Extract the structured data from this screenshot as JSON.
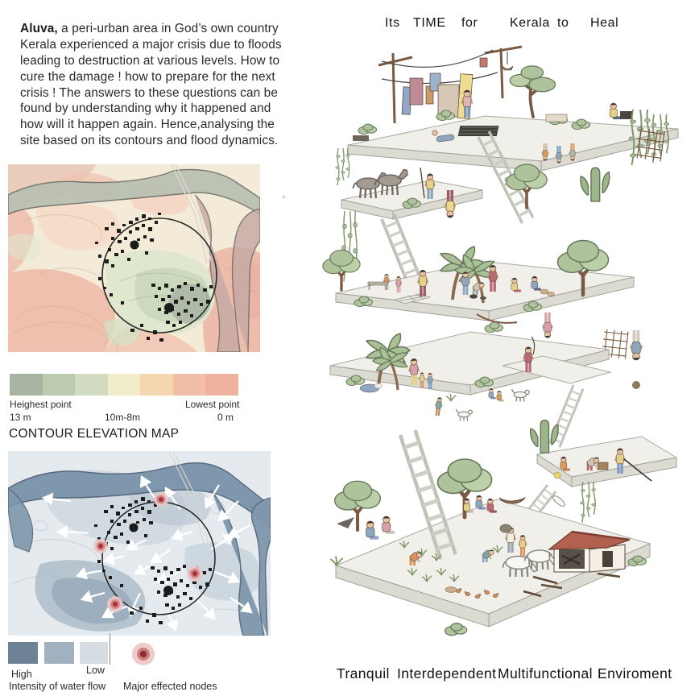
{
  "intro": {
    "lead": "Aluva,",
    "body": " a peri-urban area in God’s own country Kerala experienced a major crisis due to floods leading to destruction at various levels. How to cure the damage ! how to prepare for the next crisis ! The answers to these questions can be found by understanding why it happened and how will it happen again. Hence,analysing the site based on its contours and flood dynamics."
  },
  "elevation_legend": {
    "highest_label": "Heighest point",
    "highest_value": "13 m",
    "mid_value": "10m-8m",
    "lowest_label": "Lowest point",
    "lowest_value": "0 m",
    "colors": [
      "#a9b3a2",
      "#becab0",
      "#d2dcc2",
      "#f1ecca",
      "#f4d7ae",
      "#f1bfa7",
      "#eeb29f"
    ]
  },
  "section_title": "CONTOUR ELEVATION MAP",
  "flow_legend": {
    "high": "High",
    "low": "Low",
    "intensity_label": "Intensity of water flow",
    "nodes_label": "Major effected nodes",
    "colors": [
      "#6e8296",
      "#a2b1bf",
      "#d5dce2"
    ],
    "node_colors": {
      "outer": "#eecaca",
      "mid": "#cc7f7f",
      "inner": "#8e2f2f"
    }
  },
  "title": {
    "words": [
      "Its",
      "TIME",
      "for",
      "Kerala",
      "to",
      "Heal"
    ]
  },
  "caption": {
    "words": [
      "Tranquil",
      "Interdependent",
      "Multifunctional",
      "Enviroment"
    ]
  },
  "stray_mark": "’",
  "palette": {
    "map_pink": "#f0c3b2",
    "map_cream": "#f3ead8",
    "map_green": "#dfe8ce",
    "map_sage": "#a9b6a4",
    "map_river_gray": "#b7bfb2",
    "map_river_mauve": "#c9aaa6",
    "flood_bg": "#e4eaee",
    "flood_wash": "#b9c6d2",
    "flood_river": "#7f97ac",
    "node_red": "#b94343",
    "building_black": "#1c1c1c",
    "illo_green": "#aec29b",
    "illo_slab": "#f0efe9",
    "roof_red": "#b2614e"
  }
}
